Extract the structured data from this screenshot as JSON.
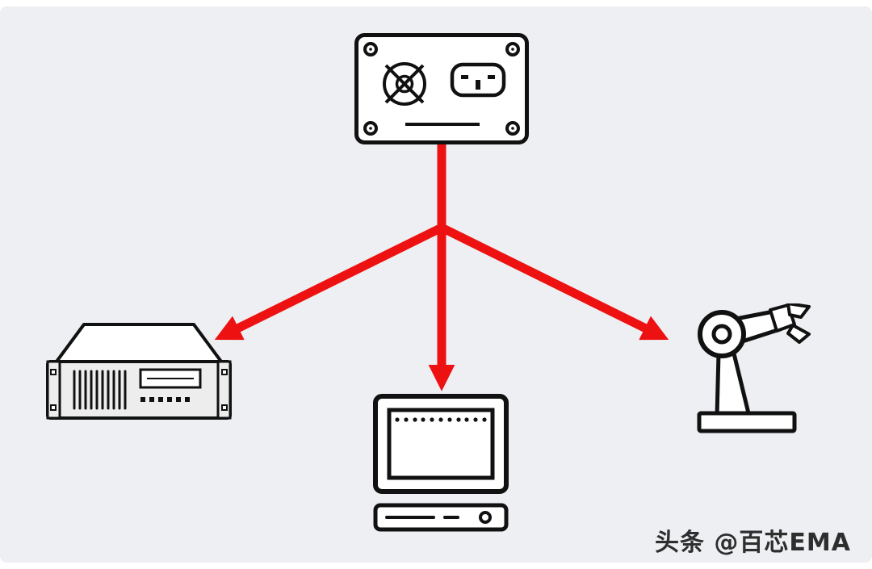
{
  "colors": {
    "background": "#edeff2",
    "outline": "#111111",
    "arrow": "#ee1111",
    "watermark": "#2e2e2e"
  },
  "nodes": {
    "source": {
      "icon": "power-supply-icon"
    },
    "targets": [
      {
        "icon": "rack-server-icon"
      },
      {
        "icon": "desktop-computer-icon"
      },
      {
        "icon": "robot-arm-icon"
      }
    ]
  },
  "edges": [
    {
      "from": "power-supply",
      "to": "rack-server"
    },
    {
      "from": "power-supply",
      "to": "desktop-computer"
    },
    {
      "from": "power-supply",
      "to": "robot-arm"
    }
  ],
  "watermark": {
    "text": "头条 @百芯EMA"
  }
}
